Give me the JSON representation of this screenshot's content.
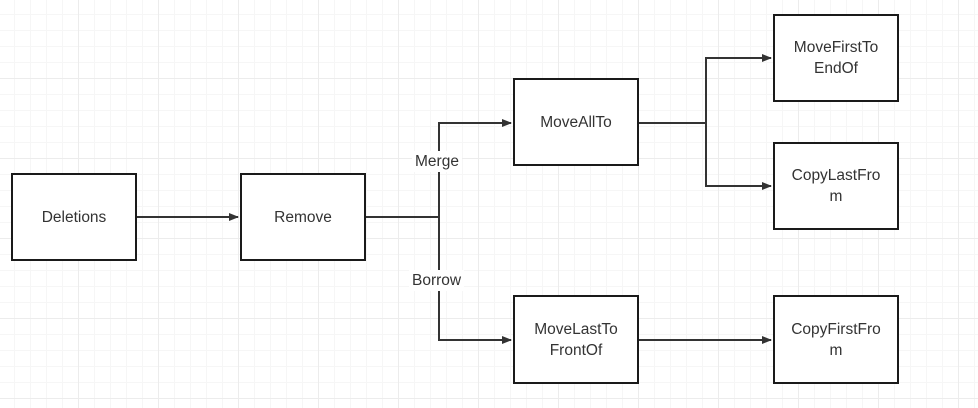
{
  "nodes": {
    "deletions": "Deletions",
    "remove": "Remove",
    "move_all_to": "MoveAllTo",
    "move_last_to_front_of": "MoveLastTo\nFrontOf",
    "move_first_to_end_of": "MoveFirstTo\nEndOf",
    "copy_last_from": "CopyLastFro\nm",
    "copy_first_from": "CopyFirstFro\nm"
  },
  "edge_labels": {
    "merge": "Merge",
    "borrow": "Borrow"
  },
  "edges": [
    {
      "from": "deletions",
      "to": "remove"
    },
    {
      "from": "remove",
      "to": "move_all_to",
      "label": "merge"
    },
    {
      "from": "remove",
      "to": "move_last_to_front_of",
      "label": "borrow"
    },
    {
      "from": "move_all_to",
      "to": "move_first_to_end_of"
    },
    {
      "from": "move_all_to",
      "to": "copy_last_from"
    },
    {
      "from": "move_last_to_front_of",
      "to": "copy_first_from"
    }
  ],
  "colors": {
    "stroke": "#333333",
    "box_border": "#1a1a1a",
    "text": "#333333",
    "grid": "#ececec"
  }
}
